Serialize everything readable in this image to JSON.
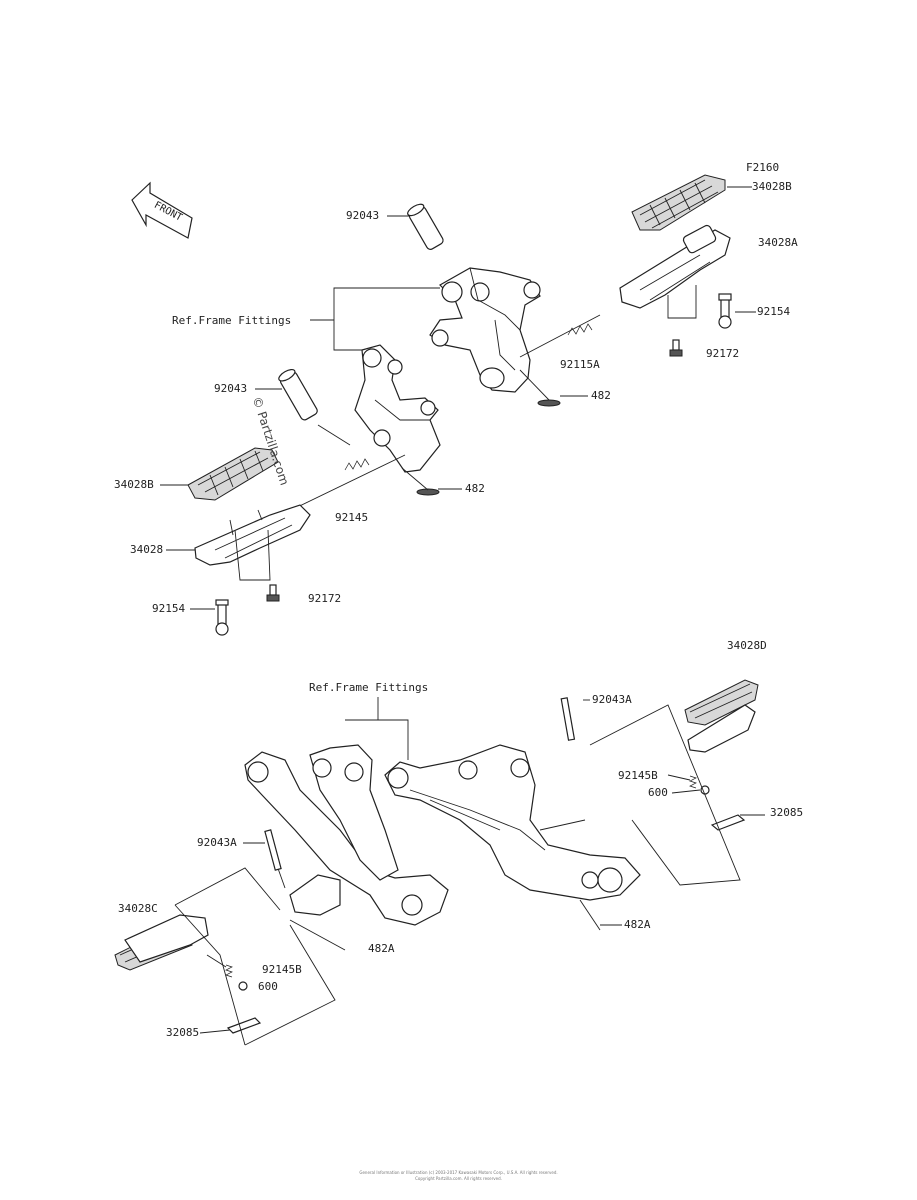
{
  "figure_code": "F2160",
  "front_arrow_text": "FRONT",
  "watermark": "© Partzilla.com",
  "ref_frame_upper": "Ref.Frame Fittings",
  "ref_frame_lower": "Ref.Frame Fittings",
  "parts": {
    "p92043_top": "92043",
    "p34028B_right": "34028B",
    "p34028A": "34028A",
    "p92154_right": "92154",
    "p92172_right": "92172",
    "p92115A": "92115A",
    "p482_upper_right": "482",
    "p92043_left": "92043",
    "p34028B_left": "34028B",
    "p482_mid": "482",
    "p92145": "92145",
    "p34028": "34028",
    "p92154_left": "92154",
    "p92172_left": "92172",
    "p34028D": "34028D",
    "p92043A_right": "92043A",
    "p92145B_right": "92145B",
    "p600_right": "600",
    "p32085_right": "32085",
    "p482A_right": "482A",
    "p92043A_left": "92043A",
    "p34028C": "34028C",
    "p92145B_left": "92145B",
    "p600_left": "600",
    "p482A_left": "482A",
    "p32085_left": "32085"
  },
  "footer_line1": "General Information or Illustration (c) 2003-2017 Kawasaki Motors Corp., U.S.A. All rights reserved.",
  "footer_line2": "Copyright Partzilla.com. All rights reserved."
}
